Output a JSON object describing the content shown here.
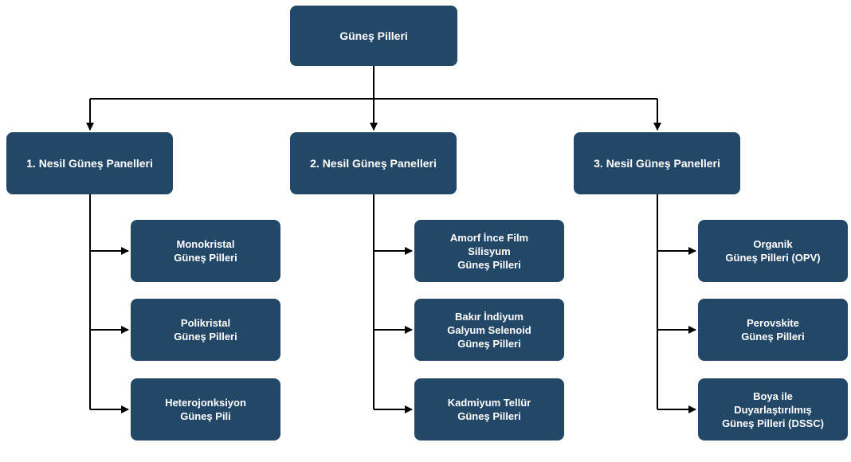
{
  "root": {
    "label": "Güneş Pilleri"
  },
  "categories": [
    {
      "label": "1. Nesil Güneş Panelleri",
      "items": [
        {
          "label": "Monokristal\nGüneş Pilleri"
        },
        {
          "label": "Polikristal\nGüneş Pilleri"
        },
        {
          "label": "Heterojonksiyon\nGüneş Pili"
        }
      ]
    },
    {
      "label": "2. Nesil Güneş Panelleri",
      "items": [
        {
          "label": "Amorf İnce Film\nSilisyum\nGüneş Pilleri"
        },
        {
          "label": "Bakır İndiyum\nGalyum Selenoid\nGüneş Pilleri"
        },
        {
          "label": "Kadmiyum Tellür\nGüneş Pilleri"
        }
      ]
    },
    {
      "label": "3. Nesil Güneş Panelleri",
      "items": [
        {
          "label": "Organik\nGüneş Pilleri (OPV)"
        },
        {
          "label": "Perovskite\nGüneş Pilleri"
        },
        {
          "label": "Boya ile\nDuyarlaştırılmış\nGüneş Pilleri (DSSC)"
        }
      ]
    }
  ],
  "colors": {
    "node_fill": "#234766",
    "node_text": "#ffffff",
    "connector": "#000000"
  }
}
